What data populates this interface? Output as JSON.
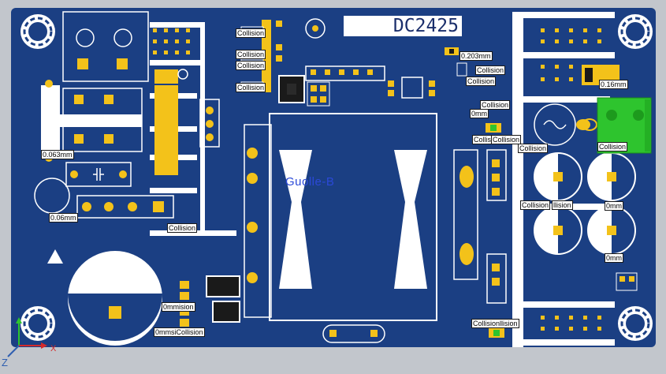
{
  "board": {
    "title": "DC2425",
    "silk_logo": "Guolle-B",
    "colors": {
      "substrate": "#1b3f83",
      "copper": "#f3c21a",
      "silk": "#ffffff",
      "background": "#c2c6cc"
    }
  },
  "labels": {
    "l1": "Collision",
    "l2": "Collision",
    "l3": "Collision",
    "l4": "Collision",
    "l5": "0.203mm",
    "l6": "Collision",
    "l7": "Collision",
    "l8": "Collision",
    "l9": "0mm",
    "l10": "0.16mm",
    "l11": "Collision",
    "l12": "Collision",
    "l13": "Collision",
    "l14": "Collision",
    "l15": "0.063mm",
    "l16": "0.06mm",
    "l17": "Collision",
    "l18": "Collision",
    "l19": "llision",
    "l20": "0mm",
    "l21": "0mm",
    "l22": "0mmision",
    "l23": "0mmsiCollision",
    "l24": "Collisionllision"
  },
  "axes": {
    "z": "Z",
    "x": "X"
  }
}
